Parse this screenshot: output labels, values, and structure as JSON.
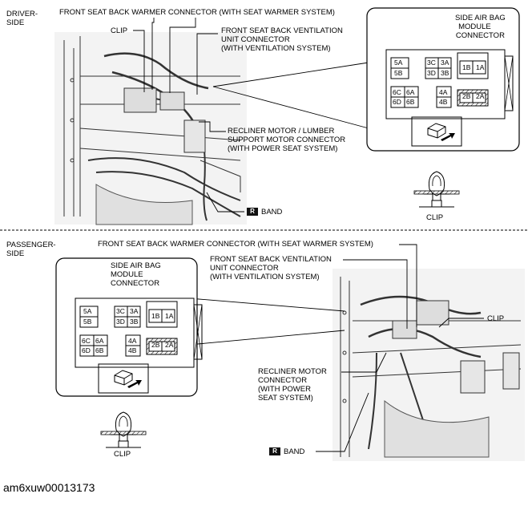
{
  "driver": {
    "side_label": [
      "DRIVER-",
      "SIDE"
    ],
    "warmer_connector": "FRONT SEAT BACK WARMER CONNECTOR (WITH SEAT WARMER SYSTEM)",
    "ventilation_connector": [
      "FRONT SEAT BACK VENTILATION",
      "UNIT CONNECTOR",
      "(WITH VENTILATION SYSTEM)"
    ],
    "clip": "CLIP",
    "recliner_connector": [
      "RECLINER MOTOR / LUMBER",
      "SUPPORT MOTOR CONNECTOR",
      "(WITH POWER SEAT SYSTEM)"
    ],
    "band_badge": "R",
    "band": "BAND",
    "airbag_label": [
      "SIDE AIR BAG",
      "MODULE",
      "CONNECTOR"
    ],
    "clip_detail": "CLIP"
  },
  "passenger": {
    "side_label": [
      "PASSENGER-",
      "SIDE"
    ],
    "warmer_connector": "FRONT SEAT BACK WARMER CONNECTOR (WITH SEAT WARMER SYSTEM)",
    "ventilation_connector": [
      "FRONT SEAT BACK VENTILATION",
      "UNIT CONNECTOR",
      "(WITH VENTILATION SYSTEM)"
    ],
    "clip": "CLIP",
    "recliner_connector": [
      "RECLINER MOTOR",
      "CONNECTOR",
      "(WITH POWER",
      "SEAT SYSTEM)"
    ],
    "band_badge": "R",
    "band": "BAND",
    "airbag_label": [
      "SIDE AIR BAG",
      "MODULE",
      "CONNECTOR"
    ],
    "clip_detail": "CLIP"
  },
  "connector_pins": {
    "left_top": [
      "5A",
      "5B"
    ],
    "mid_top": [
      "3C",
      "3A",
      "3D",
      "3B"
    ],
    "right_top": [
      "1B",
      "1A"
    ],
    "left_bottom": [
      "6C",
      "6A",
      "6D",
      "6B"
    ],
    "mid_bottom": [
      "4A",
      "4B"
    ],
    "right_bottom": [
      "2B",
      "2A"
    ]
  },
  "figure_id": "am6xuw00013173"
}
